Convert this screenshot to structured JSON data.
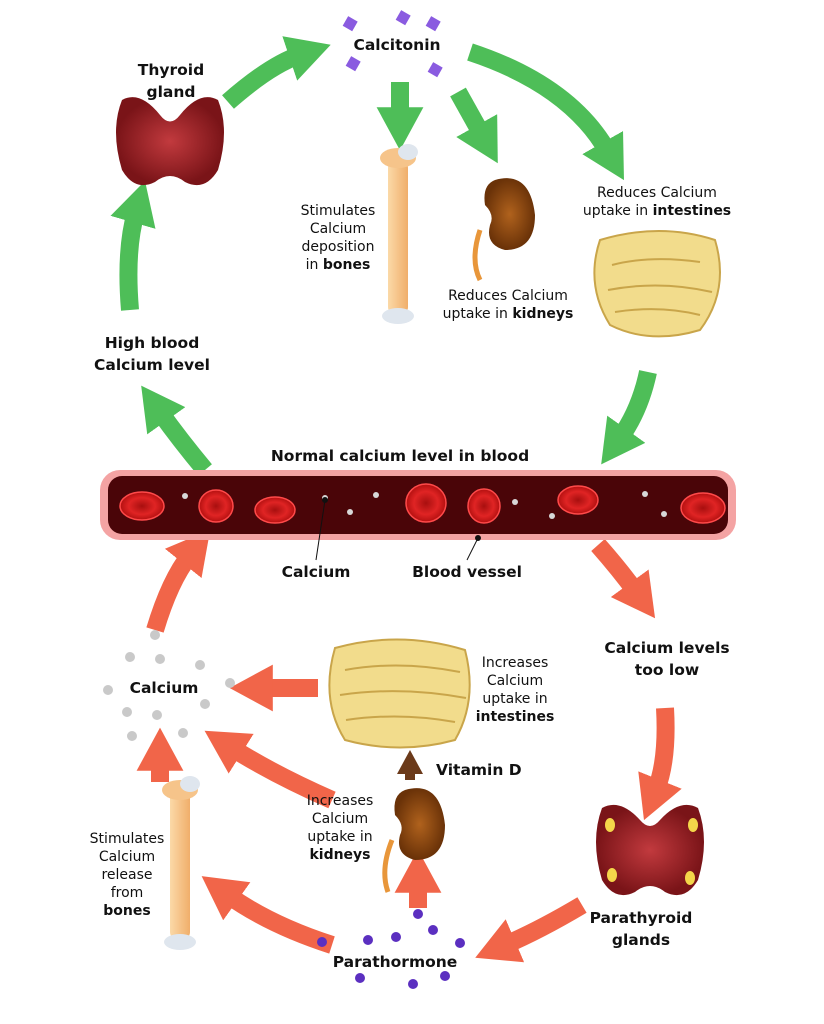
{
  "colors": {
    "green": "#3fb94a",
    "orange": "#f0593a",
    "vessel": "#4a0508",
    "vessel_border": "#f4a3a3",
    "rbc": "#d81b1b",
    "bone": "#f6c48a",
    "intestine": "#f2dc8c",
    "gland": "#a5262c",
    "kidney": "#8b4a12",
    "hormone": "#6a3fc4"
  },
  "labels": {
    "calcitonin": "Calcitonin",
    "thyroid": [
      "Thyroid",
      "gland"
    ],
    "bones_deposit": [
      {
        "t": "Stimulates"
      },
      {
        "t": "Calcium"
      },
      {
        "t": "deposition"
      },
      {
        "t": "in ",
        "b": "bones"
      }
    ],
    "kidneys_reduce": [
      {
        "t": "Reduces Calcium"
      },
      {
        "t": "uptake in ",
        "b": "kidneys"
      }
    ],
    "intestines_reduce": [
      {
        "t": "Reduces Calcium"
      },
      {
        "t": "uptake in ",
        "b": "intestines"
      }
    ],
    "high_blood": [
      "High blood",
      "Calcium level"
    ],
    "normal": "Normal calcium level in blood",
    "calcium_pointer": "Calcium",
    "vessel_pointer": "Blood vessel",
    "too_low": [
      "Calcium levels",
      "too low"
    ],
    "calcium_pool": "Calcium",
    "intestines_increase": [
      {
        "t": "Increases"
      },
      {
        "t": "Calcium"
      },
      {
        "t": "uptake in"
      },
      {
        "t": "",
        "b": "intestines"
      }
    ],
    "vitamin_d": "Vitamin D",
    "kidneys_increase": [
      {
        "t": "Increases"
      },
      {
        "t": "Calcium"
      },
      {
        "t": "uptake in"
      },
      {
        "t": "",
        "b": "kidneys"
      }
    ],
    "bones_release": [
      {
        "t": "Stimulates"
      },
      {
        "t": "Calcium"
      },
      {
        "t": "release"
      },
      {
        "t": "from"
      },
      {
        "t": "",
        "b": "bones"
      }
    ],
    "parathyroid": [
      "Parathyroid",
      "glands"
    ],
    "parathormone": "Parathormone"
  }
}
